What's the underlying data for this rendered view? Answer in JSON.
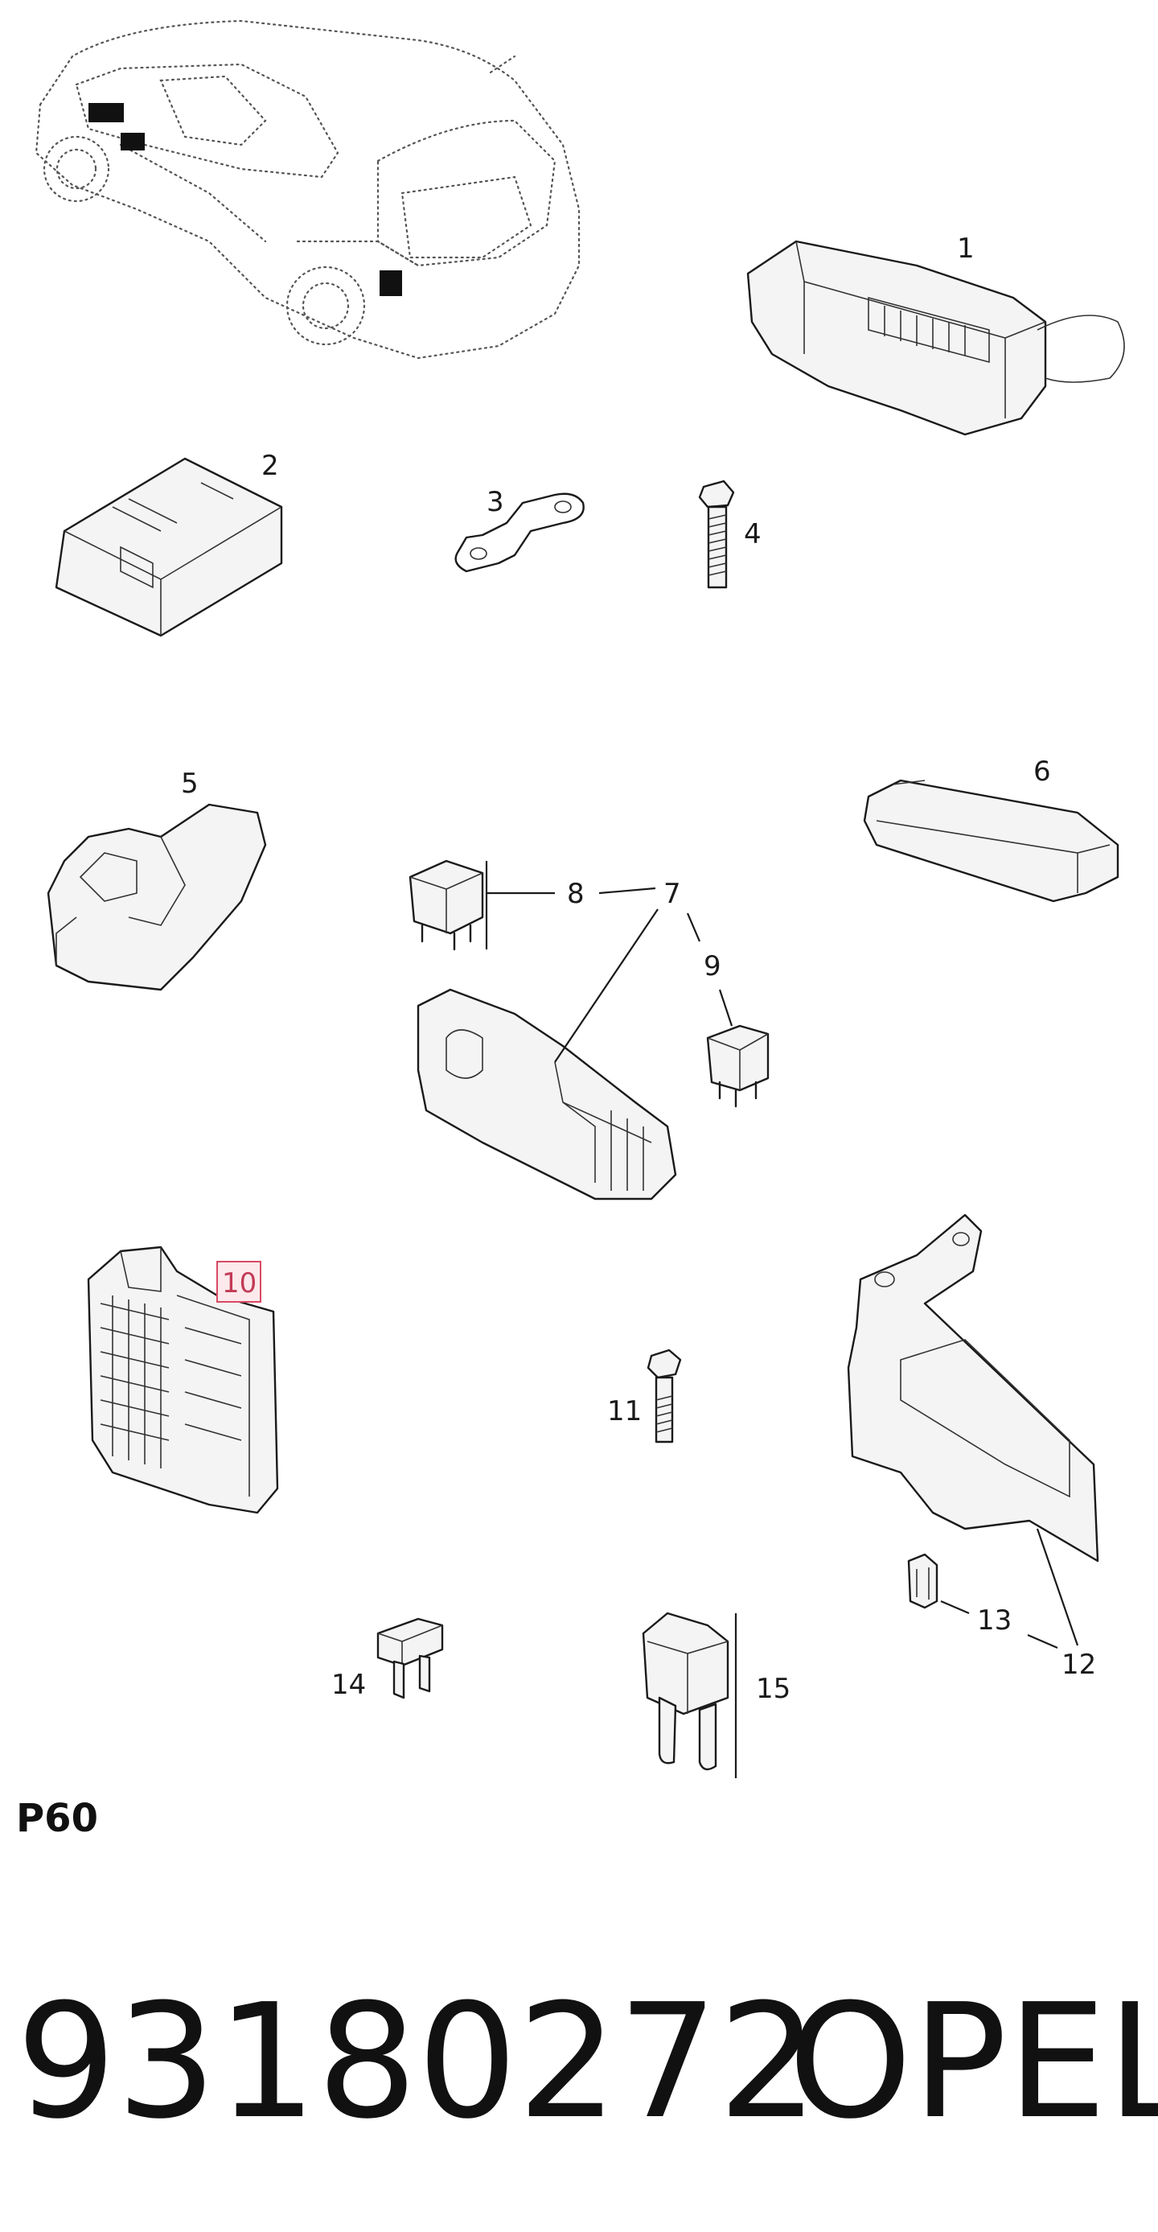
{
  "diagram": {
    "callouts": [
      "1",
      "2",
      "3",
      "4",
      "5",
      "6",
      "7",
      "8",
      "9",
      "10",
      "11",
      "12",
      "13",
      "14",
      "15"
    ],
    "highlighted_callout": "10",
    "section_label": "P60"
  },
  "footer": {
    "part_number": "93180272",
    "brand": "OPEL"
  }
}
